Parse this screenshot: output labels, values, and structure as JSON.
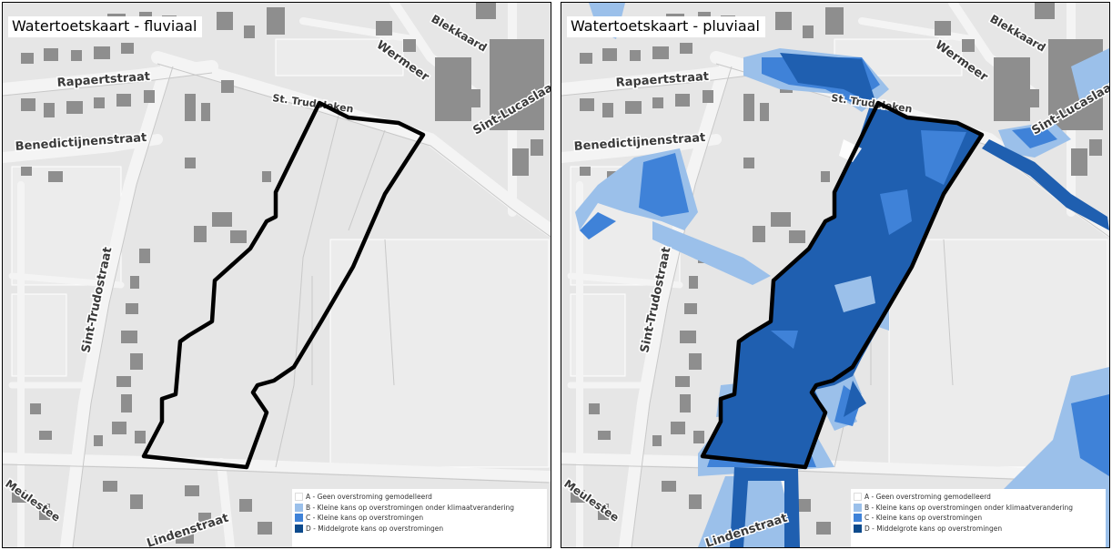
{
  "maps": [
    {
      "title": "Watertoetskaart - fluviaal"
    },
    {
      "title": "Watertoetskaart - pluviaal"
    }
  ],
  "streets": {
    "blekkaard": "Blekkaard",
    "rapaert": "Rapaertstraat",
    "benedict": "Benedictijnenstraat",
    "wermeer": "Wermeer",
    "lucas": "Sint-Lucaslaan",
    "trudo_leken": "St. Trudoleken",
    "trudo_straat": "Sint-Trudostraat",
    "meules": "Meulestee",
    "linden": "Lindenstraat"
  },
  "legend": {
    "items": [
      {
        "code": "A",
        "label": "A - Geen overstroming gemodelleerd",
        "color": "#ffffff"
      },
      {
        "code": "B",
        "label": "B - Kleine kans op overstromingen onder klimaatverandering",
        "color": "#9bc0ea"
      },
      {
        "code": "C",
        "label": "C - Kleine kans op overstromingen",
        "color": "#3f82d8"
      },
      {
        "code": "D",
        "label": "D - Middelgrote kans op overstromingen",
        "color": "#0d4a8c"
      }
    ]
  },
  "colors": {
    "site_outline": "#000000",
    "road": "#f2f2f2",
    "building": "#8e8e8e",
    "background": "#e6e6e6"
  }
}
